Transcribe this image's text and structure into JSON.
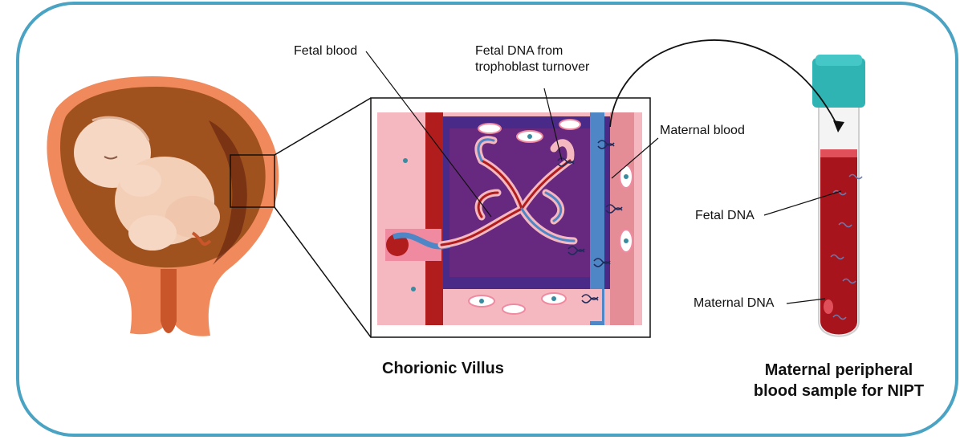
{
  "labels": {
    "fetal_blood": "Fetal blood",
    "fetal_dna_from_line1": "Fetal DNA from",
    "fetal_dna_from_line2": "trophoblast turnover",
    "maternal_blood": "Maternal blood",
    "fetal_dna": "Fetal DNA",
    "maternal_dna": "Maternal DNA"
  },
  "captions": {
    "chorionic_villus": "Chorionic Villus",
    "nipt_line1": "Maternal peripheral",
    "nipt_line2": "blood sample for NIPT"
  },
  "colors": {
    "frame_border": "#4ba3c3",
    "uterus_outer": "#f08a5d",
    "uterus_inner": "#a0521e",
    "skin": "#f6d7c3",
    "maternal_red": "#b11c1c",
    "vessel_blue": "#4f86c6",
    "tissue_pink": "#f5b7c0",
    "villus_purple": "#5a2a8a",
    "tube_cap": "#2fb3b3",
    "tube_blood": "#a8141c"
  }
}
